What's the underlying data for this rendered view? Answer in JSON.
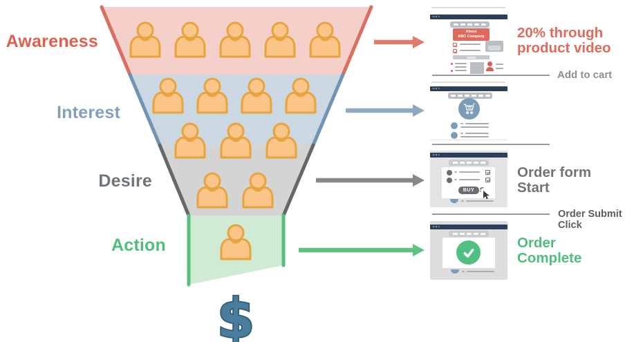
{
  "funnel": {
    "money_symbol": "$",
    "money_fill": "#4A7D9B",
    "money_outline": "#2E5A74",
    "person_fill": "#FBC488",
    "person_outline": "#E8A33C",
    "people_rows": [
      5,
      4,
      3,
      2,
      1
    ],
    "stages": [
      {
        "label": "Awareness",
        "label_color": "#E0604F",
        "fill": "#F5D0CA",
        "edge": "#D9705F"
      },
      {
        "label": "Interest",
        "label_color": "#7FA0BE",
        "fill": "#CCD8E1",
        "edge": "#7293B3"
      },
      {
        "label": "Desire",
        "label_color": "#6E7478",
        "fill": "#D4D4D4",
        "edge": "#63686B"
      },
      {
        "label": "Action",
        "label_color": "#4FBE7C",
        "fill": "#CFEBD4",
        "edge": "#58BF7E"
      }
    ]
  },
  "arrows": [
    {
      "name": "awareness-arrow",
      "color": "#E07A69"
    },
    {
      "name": "interest-arrow",
      "color": "#8BA9C3"
    },
    {
      "name": "desire-arrow",
      "color": "#85898C"
    },
    {
      "name": "action-arrow",
      "color": "#5EC381"
    }
  ],
  "callouts": {
    "video": {
      "line1": "20% through",
      "line2": "product video",
      "color": "#E2695A"
    },
    "order_form": {
      "line1": "Order form",
      "line2": "Start",
      "color": "#6E7478"
    },
    "order_complete": {
      "line1": "Order",
      "line2": "Complete",
      "color": "#4FBE7C"
    }
  },
  "divider_labels": {
    "add_to_cart": "Add to cart",
    "order_submit": "Order Submit Click"
  },
  "windows": {
    "titlebar_color": "#2C3E5A",
    "product": {
      "banner_line1": "About",
      "banner_line2": "ABC Company",
      "banner_color": "#E0695C"
    },
    "cart": {
      "icon": "shopping-cart",
      "accent": "#7B9CB8"
    },
    "order_form": {
      "buy_label": "BUY",
      "button_color": "#6A6E72"
    },
    "order_complete": {
      "icon": "checkmark",
      "accent": "#4FC082"
    }
  }
}
